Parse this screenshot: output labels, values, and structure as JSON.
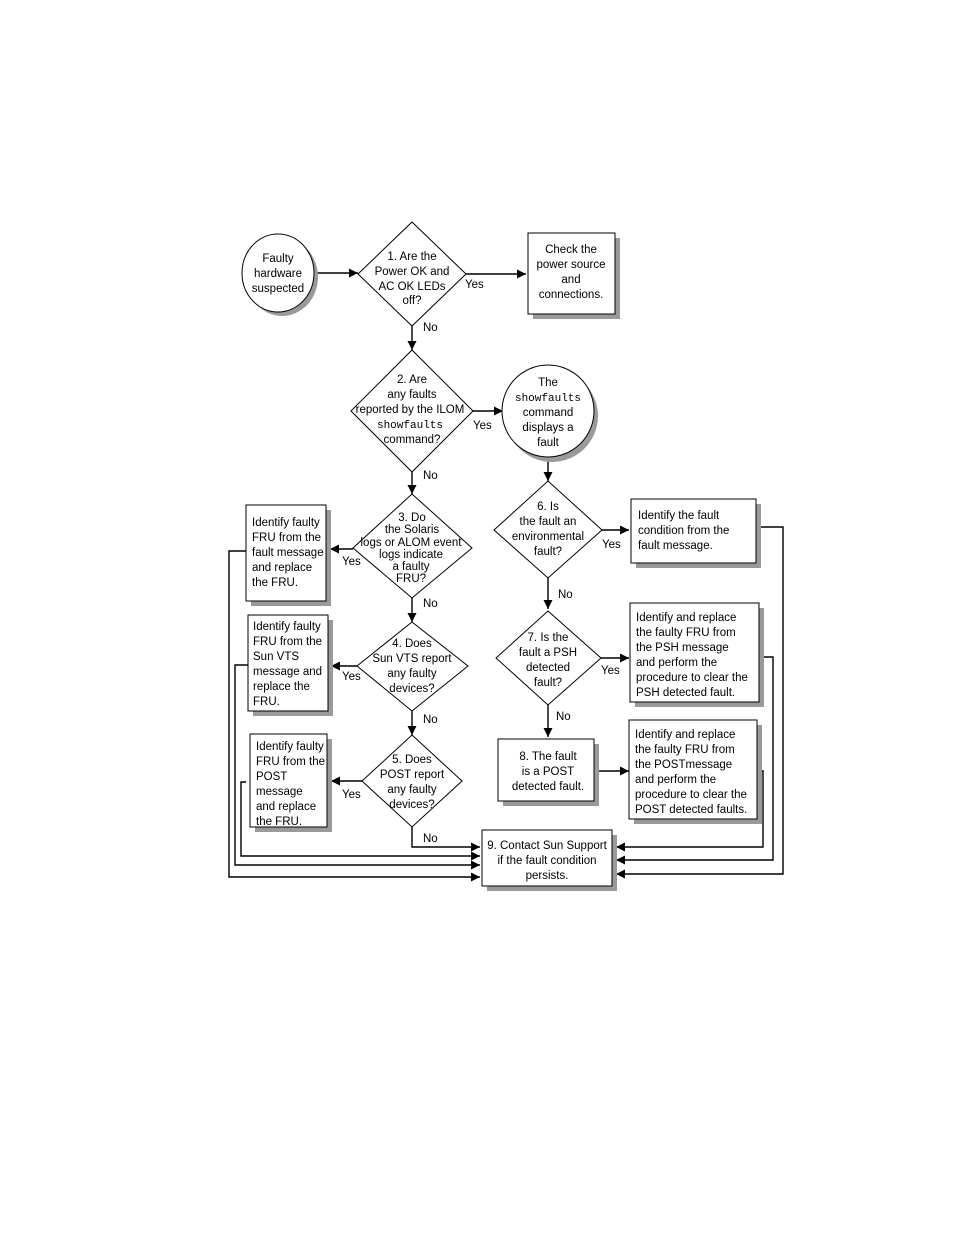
{
  "nodes": {
    "start": [
      "Faulty",
      "hardware",
      "suspected"
    ],
    "q1": [
      "1. Are the",
      "Power OK and",
      "AC OK LEDs",
      "off?"
    ],
    "check_power": [
      "Check the",
      "power source",
      "and",
      "connections."
    ],
    "q2": [
      "2. Are",
      "any faults",
      "reported by the ILOM"
    ],
    "q2_cmd": "showfaults",
    "q2_end": "command?",
    "showfaults_circle_1": "The",
    "showfaults_circle_cmd": "showfaults",
    "showfaults_circle_2": [
      "command",
      "displays a",
      "fault"
    ],
    "q3": [
      "3. Do",
      "the Solaris",
      "logs or ALOM event",
      "logs indicate",
      "a faulty",
      "FRU?"
    ],
    "fru_fault_msg": [
      "Identify faulty",
      "FRU from the",
      "fault message",
      "and replace",
      "the FRU."
    ],
    "q4": [
      "4. Does",
      "Sun VTS report",
      "any faulty",
      "devices?"
    ],
    "fru_vts": [
      "Identify faulty",
      "FRU from the",
      "Sun VTS",
      "message and",
      "replace the",
      "FRU."
    ],
    "q5": [
      "5. Does",
      "POST report",
      "any faulty",
      "devices?"
    ],
    "fru_post": [
      "Identify faulty",
      "FRU from the",
      "POST",
      "message",
      "and replace",
      "the FRU."
    ],
    "q6": [
      "6. Is",
      "the fault an",
      "environmental",
      "fault?"
    ],
    "env_fault": [
      "Identify the fault",
      "condition from the",
      "fault message."
    ],
    "q7": [
      "7. Is the",
      "fault a PSH",
      "detected",
      "fault?"
    ],
    "psh_fault": [
      "Identify and replace",
      "the faulty FRU from",
      "the PSH message",
      "and perform the",
      "procedure to clear the",
      "PSH detected fault."
    ],
    "post_fault": [
      "8. The fault",
      "is a POST",
      "detected fault."
    ],
    "post_replace": [
      "Identify and replace",
      "the faulty FRU from",
      "the POSTmessage",
      "and perform the",
      "procedure to clear the",
      "POST detected faults."
    ],
    "contact": [
      "9. Contact Sun Support",
      "if the fault condition",
      "persists."
    ]
  },
  "labels": {
    "yes": "Yes",
    "no": "No"
  }
}
